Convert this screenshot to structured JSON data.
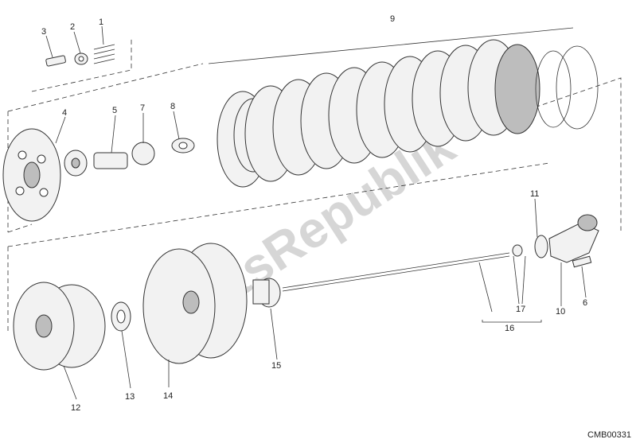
{
  "diagram": {
    "callouts": [
      "1",
      "2",
      "3",
      "4",
      "5",
      "6",
      "7",
      "8",
      "9",
      "10",
      "11",
      "12",
      "13",
      "14",
      "15",
      "16",
      "17"
    ],
    "watermark": "PartsRepublik",
    "code": "CMB00331"
  }
}
